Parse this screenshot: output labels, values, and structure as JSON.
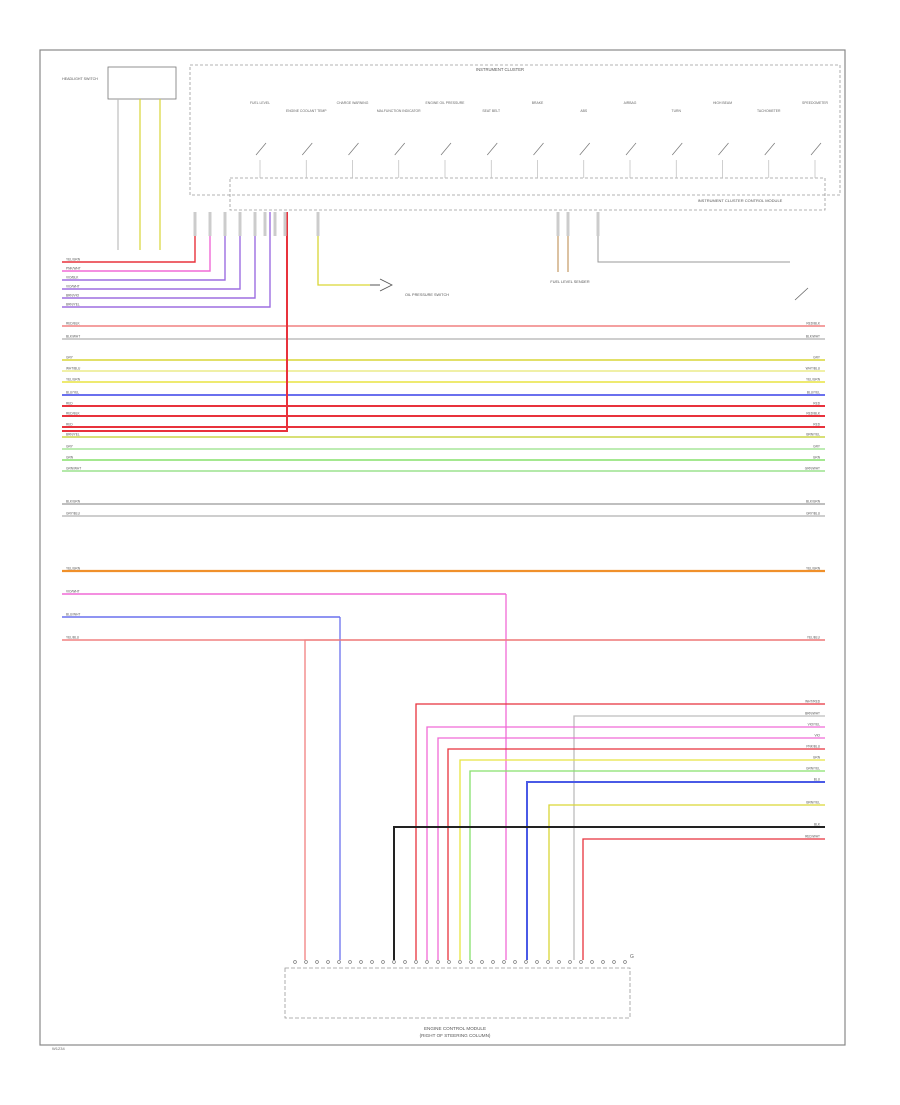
{
  "title": "INSTRUMENT CLUSTER",
  "control_module": "INSTRUMENT CLUSTER CONTROL MODULE",
  "ecm_line1": "ENGINE CONTROL MODULE",
  "ecm_line2": "(RIGHT OF STEERING COLUMN)",
  "oil_pressure": "OIL PRESSURE SWITCH",
  "fuel_sender": "FUEL LEVEL SENDER",
  "ground_label": "G",
  "footer_code": "W1234",
  "top_indicators": [
    "FUEL LEVEL",
    "ENGINE COOLANT TEMP",
    "CHARGE WARNING",
    "MALFUNCTION INDICATOR",
    "ENGINE OIL PRESSURE",
    "SEAT BELT",
    "BRAKE",
    "ABS",
    "AIRBAG",
    "TURN",
    "HIGH BEAM",
    "TACHOMETER",
    "SPEEDOMETER"
  ],
  "headlight_label": "HEADLIGHT SWITCH",
  "colors": {
    "red": "#e8323c",
    "pink": "#f06ad6",
    "violet": "#9d6ee0",
    "blue": "#4a5ae6",
    "yellow": "#d9d636",
    "green": "#86e06c",
    "orange": "#f0902a",
    "grey": "#bdbdbd",
    "black": "#222222",
    "frame": "#888888"
  },
  "left_wires": [
    {
      "label": "YEL/GRN",
      "color": "#e8323c"
    },
    {
      "label": "PNK/WHT",
      "color": "#f06ad6"
    },
    {
      "label": "VIO/BLK",
      "color": "#9d6ee0"
    },
    {
      "label": "VIO/WHT",
      "color": "#9d6ee0"
    },
    {
      "label": "BRN/VIO",
      "color": "#9d6ee0"
    },
    {
      "label": "BRN/YEL",
      "color": "#9d6ee0"
    }
  ],
  "bus_wires": [
    {
      "label": "RED/BLK",
      "color": "#f08080",
      "w": 1.5
    },
    {
      "label": "BLK/WHT",
      "color": "#bdbdbd",
      "w": 1.5
    },
    {
      "label": "GRY",
      "color": "#d9d636",
      "w": 1.5
    },
    {
      "label": "WHT/BLU",
      "color": "#ecec8a",
      "w": 1.5
    },
    {
      "label": "YEL/GRN",
      "color": "#e8e440",
      "w": 1.5
    },
    {
      "label": "BLU/YEL",
      "color": "#6a70ee",
      "w": 2
    },
    {
      "label": "RED",
      "color": "#e8323c",
      "w": 2
    },
    {
      "label": "RED/BLK",
      "color": "#e8323c",
      "w": 2
    },
    {
      "label": "RED",
      "color": "#e8323c",
      "w": 2
    },
    {
      "label": "BRN/YEL",
      "color": "#cbd548",
      "w": 1.5
    },
    {
      "label": "GRY",
      "color": "#a7e69a",
      "w": 1.5
    },
    {
      "label": "GRN",
      "color": "#86e06c",
      "w": 1.5
    },
    {
      "label": "GRN/WHT",
      "color": "#9be28d",
      "w": 1.5
    },
    {
      "label": "BLK/GRN",
      "color": "#aaaaaa",
      "w": 1.5
    },
    {
      "label": "GRY/BLU",
      "color": "#bdbdbd",
      "w": 1.5
    },
    {
      "label": "YEL/GRN",
      "color": "#f0902a",
      "w": 2.2
    },
    {
      "label": "VIO/WHT",
      "color": "#f06ad6",
      "w": 1.5
    },
    {
      "label": "BLU/WHT",
      "color": "#6a70ee",
      "w": 1.5
    },
    {
      "label": "YEL/BLU",
      "color": "#f08080",
      "w": 1.5
    }
  ],
  "right_wires": [
    {
      "label": "WHT/RED",
      "color": "#e8323c"
    },
    {
      "label": "BRN/WHT",
      "color": "#bdbdbd"
    },
    {
      "label": "VIO/YEL",
      "color": "#f06ad6"
    },
    {
      "label": "VIO",
      "color": "#f06ad6"
    },
    {
      "label": "PNK/BLU",
      "color": "#e8323c"
    },
    {
      "label": "GRN",
      "color": "#e8e440"
    },
    {
      "label": "GRN/YEL",
      "color": "#86e06c"
    },
    {
      "label": "BLU",
      "color": "#4a5ae6"
    },
    {
      "label": "BRN/YEL",
      "color": "#d9d636"
    },
    {
      "label": "BLK",
      "color": "#222222"
    },
    {
      "label": "RED/WHT",
      "color": "#e8323c"
    }
  ]
}
